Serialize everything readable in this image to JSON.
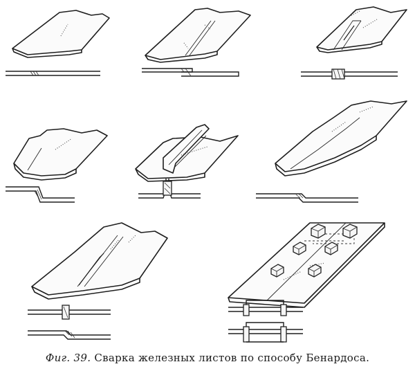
{
  "caption": {
    "label": "Фиг. 39.",
    "text": "Сварка железных листов по способу Бенардоса."
  },
  "colors": {
    "ink": "#1e1e1e",
    "paper": "#ffffff"
  },
  "panels": [
    {
      "name": "single-plate-butt"
    },
    {
      "name": "overlap-seam"
    },
    {
      "name": "patch-seam"
    },
    {
      "name": "joggle-seam"
    },
    {
      "name": "flanged-seam"
    },
    {
      "name": "slanted-joggle-seam"
    },
    {
      "name": "cover-strip-seam"
    },
    {
      "name": "riveted-block-plate"
    }
  ]
}
